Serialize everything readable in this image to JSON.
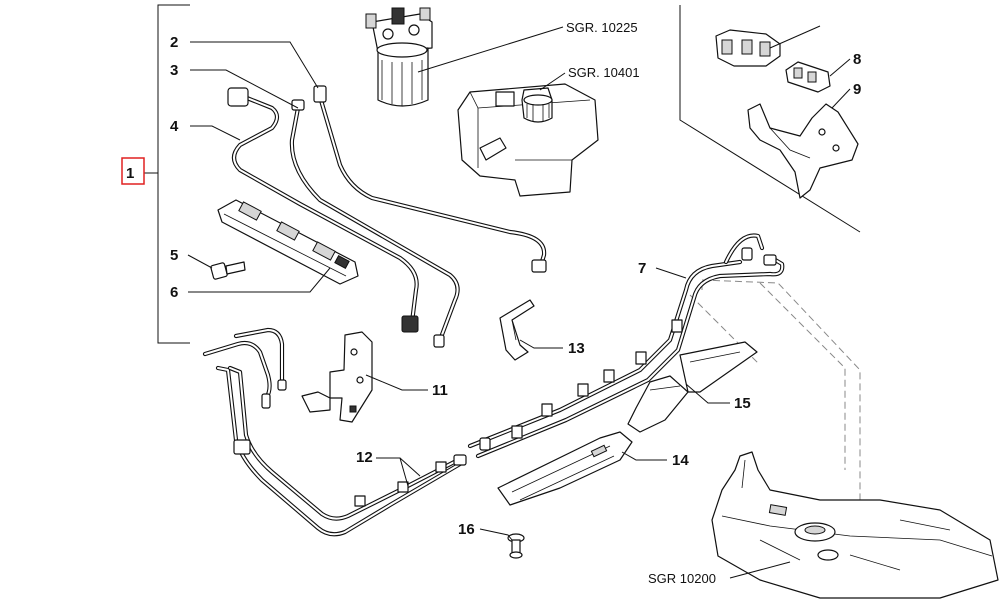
{
  "callouts": {
    "c1": "1",
    "c2": "2",
    "c3": "3",
    "c4": "4",
    "c5": "5",
    "c6": "6",
    "c7": "7",
    "c8": "8",
    "c9": "9",
    "c11": "11",
    "c12": "12",
    "c13": "13",
    "c14": "14",
    "c15": "15",
    "c16": "16"
  },
  "references": {
    "filter": "SGR. 10225",
    "reservoir": "SGR. 10401",
    "tank": "SGR 10200"
  },
  "highlight_color": "#e02020"
}
